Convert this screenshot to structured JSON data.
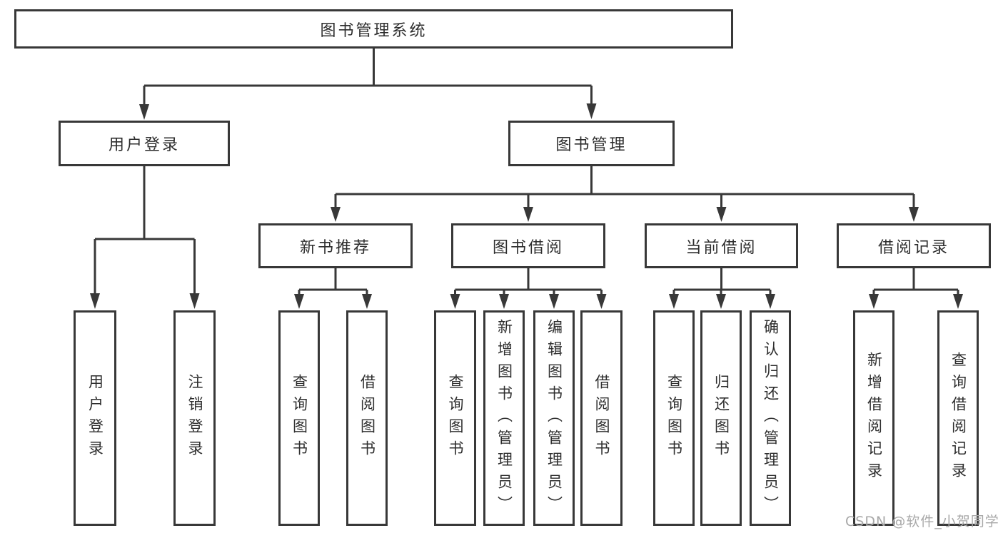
{
  "diagram": {
    "root": {
      "label": "图书管理系统"
    },
    "branches": [
      {
        "label": "用户登录",
        "children": [
          {
            "label": "用户登录"
          },
          {
            "label": "注销登录"
          }
        ]
      },
      {
        "label": "图书管理",
        "children": [
          {
            "label": "新书推荐",
            "children": [
              {
                "label": "查询图书"
              },
              {
                "label": "借阅图书"
              }
            ]
          },
          {
            "label": "图书借阅",
            "children": [
              {
                "label": "查询图书"
              },
              {
                "label": "新增图书（管理员）"
              },
              {
                "label": "编辑图书（管理员）"
              },
              {
                "label": "借阅图书"
              }
            ]
          },
          {
            "label": "当前借阅",
            "children": [
              {
                "label": "查询图书"
              },
              {
                "label": "归还图书"
              },
              {
                "label": "确认归还（管理员）"
              }
            ]
          },
          {
            "label": "借阅记录",
            "children": [
              {
                "label": "新增借阅记录"
              },
              {
                "label": "查询借阅记录"
              }
            ]
          }
        ]
      }
    ]
  },
  "watermark": {
    "text": "CSDN @软件_小贺同学"
  },
  "colors": {
    "line": "#383838",
    "box_border": "#383838",
    "text": "#2d2d2d",
    "watermark_text": "#a8a8a8",
    "background": "#ffffff"
  }
}
